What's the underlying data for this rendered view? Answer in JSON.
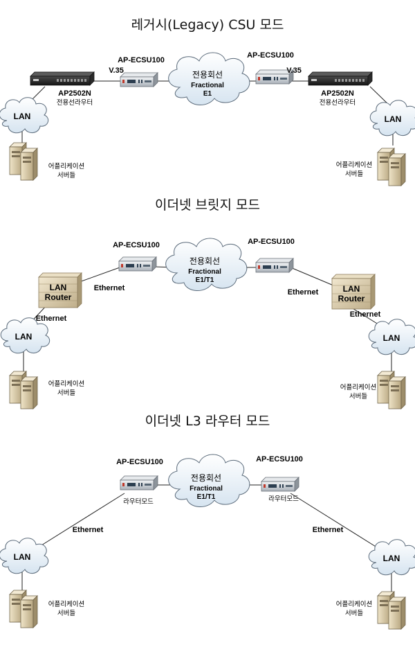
{
  "sections": [
    {
      "title": "레거시(Legacy) CSU 모드",
      "left_csu": "AP-ECSU100",
      "right_csu": "AP-ECSU100",
      "left_v35": "V.35",
      "right_v35": "V.35",
      "left_router_model": "AP2502N",
      "left_router_desc": "전용선라우터",
      "right_router_model": "AP2502N",
      "right_router_desc": "전용선라우터",
      "cloud_line1": "전용회선",
      "cloud_line2": "Fractional",
      "cloud_line3": "E1",
      "left_lan": "LAN",
      "right_lan": "LAN",
      "left_server_1": "어플리케이션",
      "left_server_2": "서버들",
      "right_server_1": "어플리케이션",
      "right_server_2": "서버들"
    },
    {
      "title": "이더넷 브릿지 모드",
      "left_csu": "AP-ECSU100",
      "right_csu": "AP-ECSU100",
      "cloud_line1": "전용회선",
      "cloud_line2": "Fractional",
      "cloud_line3": "E1/T1",
      "left_router_1": "LAN",
      "left_router_2": "Router",
      "right_router_1": "LAN",
      "right_router_2": "Router",
      "left_eth_top": "Ethernet",
      "right_eth_top": "Ethernet",
      "left_eth_bottom": "Ethernet",
      "right_eth_bottom": "Ethernet",
      "left_lan": "LAN",
      "right_lan": "LAN",
      "left_server_1": "어플리케이션",
      "left_server_2": "서버들",
      "right_server_1": "어플리케이션",
      "right_server_2": "서버들"
    },
    {
      "title": "이더넷 L3 라우터 모드",
      "left_csu": "AP-ECSU100",
      "right_csu": "AP-ECSU100",
      "left_csu_mode": "라우터모드",
      "right_csu_mode": "라우터모드",
      "cloud_line1": "전용회선",
      "cloud_line2": "Fractional",
      "cloud_line3": "E1/T1",
      "left_eth": "Ethernet",
      "right_eth": "Ethernet",
      "left_lan": "LAN",
      "right_lan": "LAN",
      "left_server_1": "어플리케이션",
      "left_server_2": "서버들",
      "right_server_1": "어플리케이션",
      "right_server_2": "서버들"
    }
  ]
}
